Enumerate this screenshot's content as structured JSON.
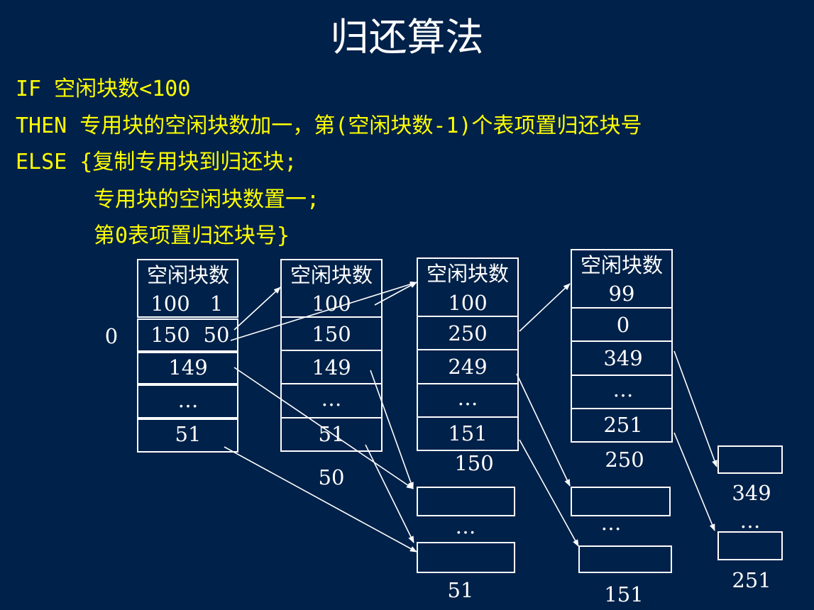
{
  "title": "归还算法",
  "algorithm": {
    "line1": "IF 空闲块数<100",
    "line2": "THEN 专用块的空闲块数加一，第(空闲块数-1)个表项置归还块号",
    "line3": "ELSE {复制专用块到归还块;",
    "line4": "专用块的空闲块数置一;",
    "line5": "第0表项置归还块号}"
  },
  "diagram": {
    "header": "空闲块数",
    "index_label": "0",
    "block_a": {
      "count": "100",
      "count_overlay": "1",
      "rows": [
        "150",
        "149",
        "…",
        "51"
      ],
      "row0_overlay": "50"
    },
    "block_b": {
      "count": "100",
      "rows": [
        "150",
        "149",
        "…",
        "51"
      ],
      "label": "50"
    },
    "block_c": {
      "count": "100",
      "rows": [
        "250",
        "249",
        "…",
        "151"
      ],
      "label": "150"
    },
    "block_d": {
      "count": "99",
      "rows": [
        "0",
        "349",
        "…",
        "251"
      ],
      "label": "250"
    },
    "chain_c": {
      "ellipsis": "…",
      "label": "51"
    },
    "chain_d": {
      "ellipsis": "…",
      "label": "151"
    },
    "chain_e": {
      "top_label": "349",
      "ellipsis": "…",
      "label": "251"
    }
  }
}
